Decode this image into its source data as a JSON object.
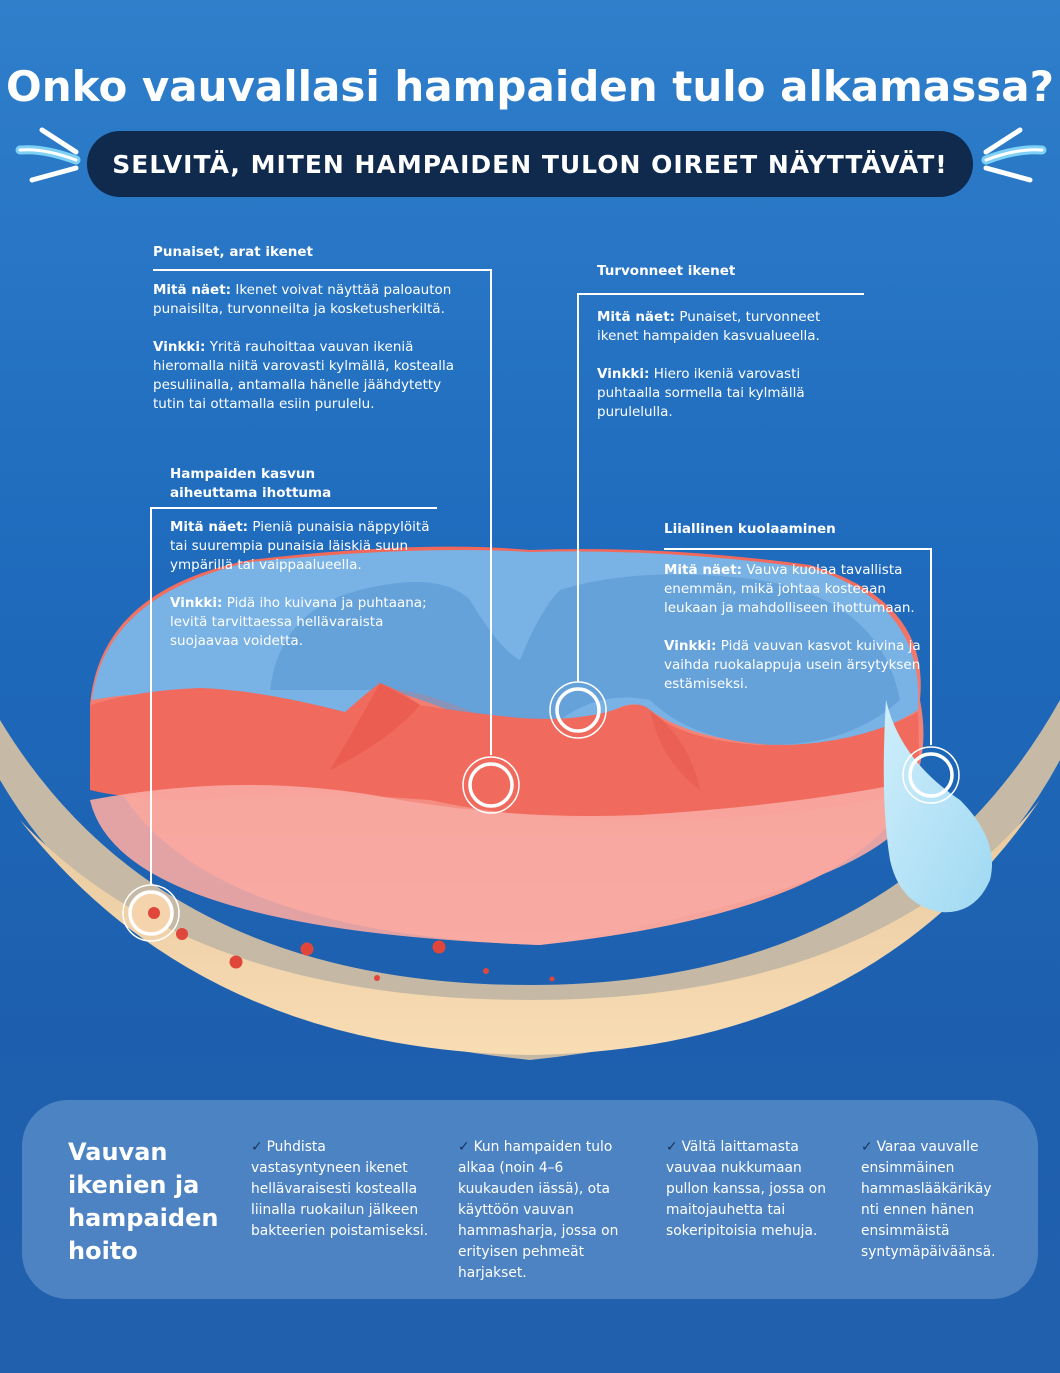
{
  "header": {
    "title": "Onko vauvallasi hampaiden tulo alkamassa?",
    "subtitle": "SELVITÄ, MITEN HAMPAIDEN TULON OIREET NÄYTTÄVÄT!"
  },
  "callouts": {
    "red_gums": {
      "title": "Punaiset, arat ikenet",
      "see_label": "Mitä näet:",
      "see_text": " Ikenet voivat näyttää paloauton punaisilta, turvonneilta ja kosketusherkiltä.",
      "tip_label": "Vinkki:",
      "tip_text": " Yritä rauhoittaa vauvan ikeniä hieromalla niitä varovasti kylmällä, kostealla pesuliinalla, antamalla hänelle jäähdytetty tutin tai ottamalla esiin purulelu."
    },
    "swollen_gums": {
      "title": "Turvonneet ikenet",
      "see_label": "Mitä näet:",
      "see_text": " Punaiset, turvonneet ikenet hampaiden kasvualueella.",
      "tip_label": "Vinkki:",
      "tip_text": " Hiero ikeniä varovasti puhtaalla sormella tai kylmällä purulelulla."
    },
    "rash": {
      "title": "Hampaiden kasvun aiheuttama ihottuma",
      "see_label": "Mitä näet:",
      "see_text": " Pieniä punaisia näppylöitä tai suurempia punaisia läiskiä suun ympärillä tai vaippaalueella.",
      "tip_label": "Vinkki:",
      "tip_text": " Pidä iho kuivana ja puhtaana; levitä tarvittaessa hellävaraista suojaavaa voidetta."
    },
    "drooling": {
      "title": "Liiallinen kuolaaminen",
      "see_label": "Mitä näet:",
      "see_text": " Vauva kuolaa tavallista enemmän, mikä johtaa kosteaan leukaan ja mahdolliseen ihottumaan.",
      "tip_label": "Vinkki:",
      "tip_text": " Pidä vauvan kasvot kuivina ja vaihda ruokalappuja usein ärsytyksen estämiseksi."
    }
  },
  "care": {
    "title": "Vauvan ikenien ja hampaiden hoito",
    "check_symbol": "✓",
    "items": [
      "Puhdista vastasyntyneen ikenet hellävaraisesti kostealla liinalla ruokailun jälkeen bakteerien poistamiseksi.",
      "Kun hampaiden tulo alkaa (noin 4–6 kuukauden iässä), ota käyttöön vauvan hammasharja, jossa on erityisen pehmeät harjakset.",
      "Vältä laittamasta vauvaa nukkumaan pullon kanssa, jossa on maitojauhetta tai sokeripitoisia mehuja.",
      "Varaa vauvalle ensimmäinen hammaslääkärikäy nti ennen hänen ensimmäistä syntymäpäiväänsä."
    ]
  },
  "colors": {
    "banner_bg": "#0f2a4d",
    "gum_red": "#f07a6d",
    "skin": "#f6d6ad",
    "mouth_blue": "#7ab3e6"
  }
}
